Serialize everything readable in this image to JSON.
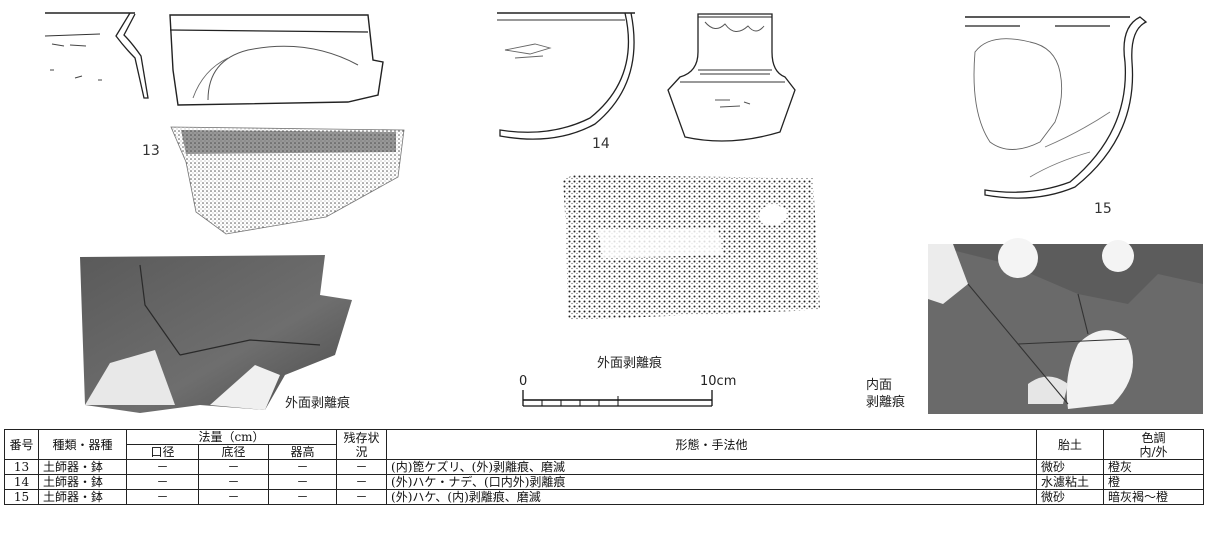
{
  "figures": {
    "labels": {
      "fig13": "13",
      "fig14": "14",
      "fig15": "15",
      "exfol_13": "外面剥離痕",
      "exfol_14": "外面剥離痕",
      "exfol_15_line1": "内面",
      "exfol_15_line2": "剥離痕"
    },
    "scale": {
      "start": "0",
      "end": "10cm"
    }
  },
  "table": {
    "headers": {
      "no": "番号",
      "type": "種類・器種",
      "measure_group": "法量（cm）",
      "rim": "口径",
      "base": "底径",
      "height": "器高",
      "remain": "残存状況",
      "form": "形態・手法他",
      "clay": "胎土",
      "color_top": "色調",
      "color_bottom": "内/外"
    },
    "rows": [
      {
        "no": "13",
        "type": "土師器・鉢",
        "rim": "－",
        "base": "－",
        "height": "－",
        "remain": "－",
        "form": "(内)箆ケズリ、(外)剥離痕、磨滅",
        "clay": "微砂",
        "color": "橙灰"
      },
      {
        "no": "14",
        "type": "土師器・鉢",
        "rim": "－",
        "base": "－",
        "height": "－",
        "remain": "－",
        "form": "(外)ハケ・ナデ、(口内外)剥離痕",
        "clay": "水濾粘土",
        "color": "橙"
      },
      {
        "no": "15",
        "type": "土師器・鉢",
        "rim": "－",
        "base": "－",
        "height": "－",
        "remain": "－",
        "form": "(外)ハケ、(内)剥離痕、磨滅",
        "clay": "微砂",
        "color": "暗灰褐～橙"
      }
    ]
  }
}
